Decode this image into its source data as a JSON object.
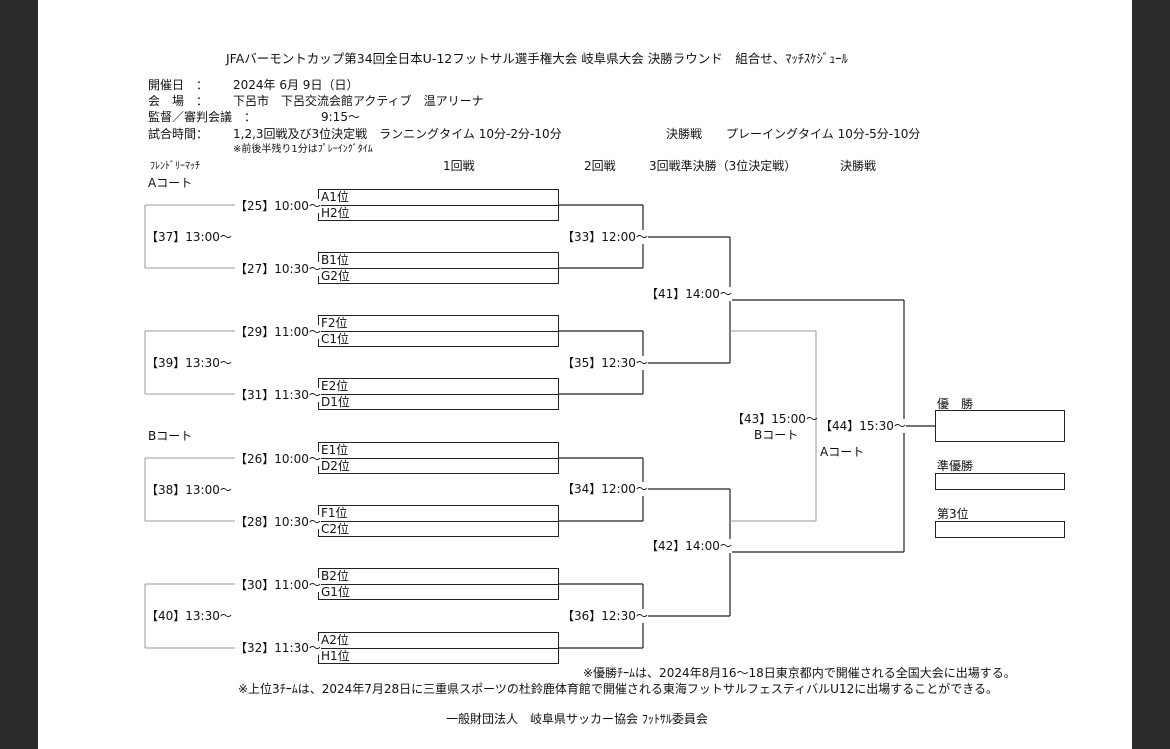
{
  "title": "JFAバーモントカップ第34回全日本U-12フットサル選手権大会 岐阜県大会 決勝ラウンド　組合せ、ﾏｯﾁｽｹｼﾞｭｰﾙ",
  "info": {
    "date_label": "開催日　：",
    "date_value": "2024年 6月 9日（日）",
    "venue_label": "会　場　：",
    "venue_value": "下呂市　下呂交流会館アクティブ　温アリーナ",
    "meeting_label": "監督／審判会議　：",
    "meeting_value": "9:15～",
    "time_label": "試合時間：",
    "time_value_1": "1,2,3回戦及び3位決定戦　ランニングタイム 10分-2分-10分",
    "time_value_2": "決勝戦　　プレーイングタイム 10分-5分-10分",
    "time_note": "※前後半残り1分はﾌﾟﾚｰｲﾝｸﾞﾀｲﾑ"
  },
  "headers": {
    "friendly": "ﾌﾚﾝﾄﾞﾘｰﾏｯﾁ",
    "round1": "1回戦",
    "round2": "2回戦",
    "round3": "3回戦準決勝（3位決定戦）",
    "final": "決勝戦"
  },
  "courts": {
    "a": "Aコート",
    "b": "Bコート"
  },
  "round1": [
    {
      "match": "【25】10:00～",
      "top": "A1位",
      "bottom": "H2位"
    },
    {
      "match": "【27】10:30～",
      "top": "B1位",
      "bottom": "G2位"
    },
    {
      "match": "【29】11:00～",
      "top": "F2位",
      "bottom": "C1位"
    },
    {
      "match": "【31】11:30～",
      "top": "E2位",
      "bottom": "D1位"
    },
    {
      "match": "【26】10:00～",
      "top": "E1位",
      "bottom": "D2位"
    },
    {
      "match": "【28】10:30～",
      "top": "F1位",
      "bottom": "C2位"
    },
    {
      "match": "【30】11:00～",
      "top": "B2位",
      "bottom": "G1位"
    },
    {
      "match": "【32】11:30～",
      "top": "A2位",
      "bottom": "H1位"
    }
  ],
  "friendly_matches": [
    "【37】13:00～",
    "【39】13:30～",
    "【38】13:00～",
    "【40】13:30～"
  ],
  "round2": [
    "【33】12:00～",
    "【35】12:30～",
    "【34】12:00～",
    "【36】12:30～"
  ],
  "round3": [
    "【41】14:00～",
    "【42】14:00～"
  ],
  "third_place": {
    "match": "【43】15:00～",
    "court": "Bコート"
  },
  "final": {
    "match": "【44】15:30～",
    "court": "Aコート"
  },
  "results": {
    "winner": "優　勝",
    "runner_up": "準優勝",
    "third": "第3位"
  },
  "notes": {
    "note1": "※優勝ﾁｰﾑは、2024年8月16～18日東京都内で開催される全国大会に出場する。",
    "note2": "※上位3ﾁｰﾑは、2024年7月28日に三重県スポーツの杜鈴鹿体育館で開催される東海フットサルフェスティバルU12に出場することができる。"
  },
  "footer": "一般財団法人　岐阜県サッカー協会 ﾌｯﾄｻﾙ委員会"
}
